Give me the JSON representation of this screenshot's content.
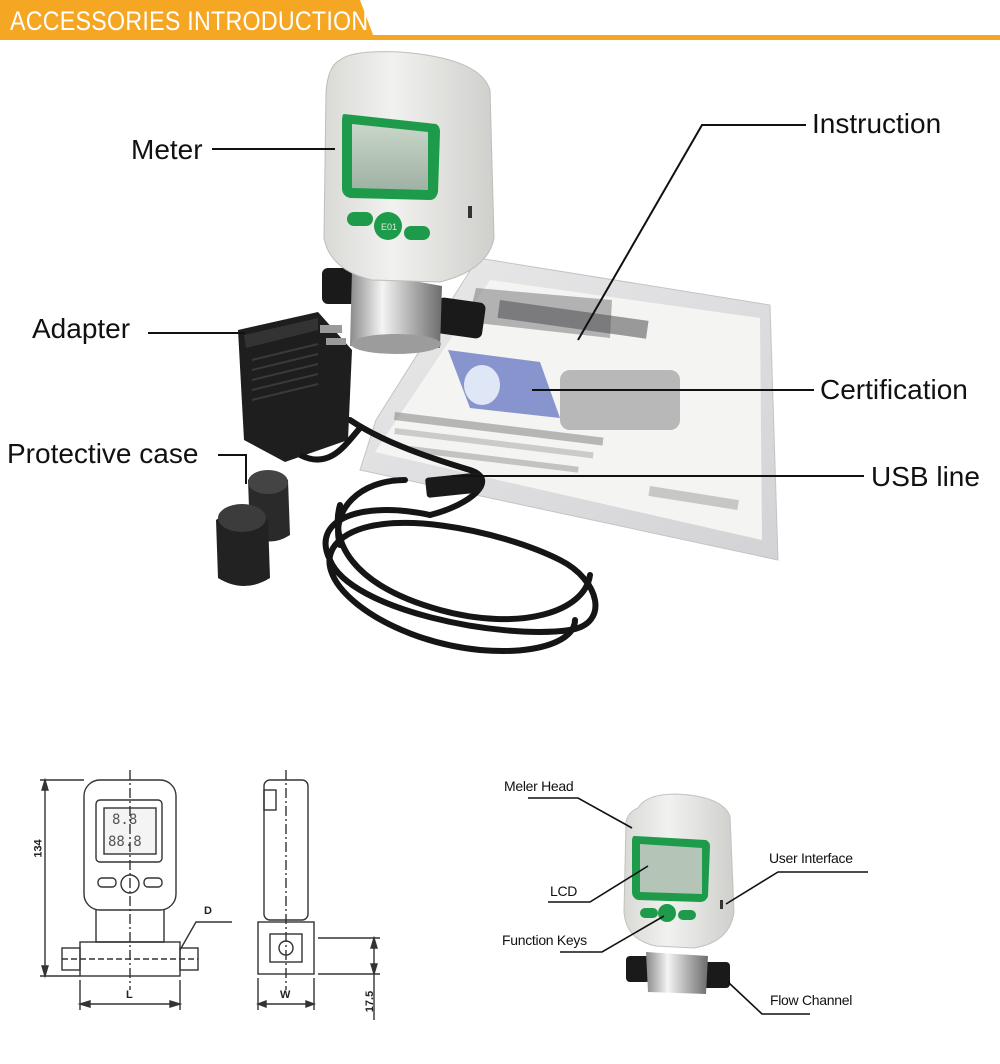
{
  "header": {
    "title": "ACCESSORIES INTRODUCTION",
    "accent": "#f5a623"
  },
  "callouts": {
    "meter": "Meter",
    "instruction": "Instruction",
    "adapter": "Adapter",
    "certification": "Certification",
    "protective_case": "Protective case",
    "usb_line": "USB line"
  },
  "dimensions": {
    "height": "134",
    "depth": "D",
    "length": "L",
    "width": "W",
    "bottom": "17.5"
  },
  "parts": {
    "meter_head": "Meler Head",
    "user_interface": "User Interface",
    "lcd": "LCD",
    "function_keys": "Function Keys",
    "flow_channel": "Flow Channel"
  },
  "colors": {
    "lcd_green": "#1e9b4a",
    "body_grey": "#e8e8e6"
  }
}
